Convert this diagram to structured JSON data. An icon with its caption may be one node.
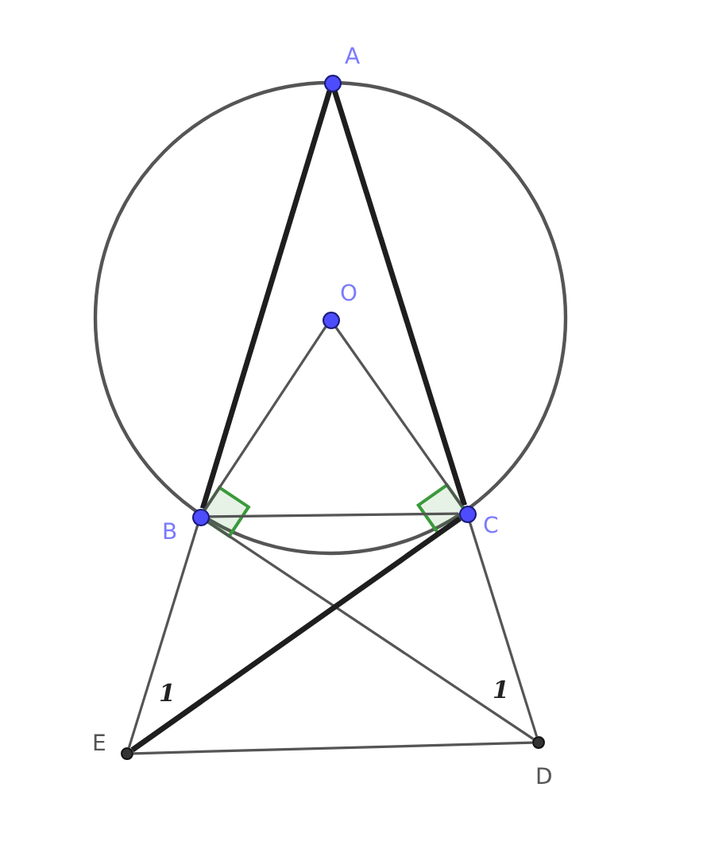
{
  "diagram": {
    "nodes": [
      {
        "text": [
          "A"
        ]
      },
      {
        "text": [
          "O"
        ]
      },
      {
        "text": [
          "B"
        ]
      },
      {
        "text": [
          "C"
        ]
      },
      {
        "text": [
          "E"
        ]
      },
      {
        "text": [
          "D"
        ]
      }
    ],
    "edges": [
      {
        "from": 0,
        "to": 2,
        "arrow": "none",
        "style": "thick"
      },
      {
        "from": 0,
        "to": 3,
        "arrow": "none",
        "style": "thick"
      },
      {
        "from": 1,
        "to": 2,
        "arrow": "none"
      },
      {
        "from": 1,
        "to": 3,
        "arrow": "none"
      },
      {
        "from": 2,
        "to": 3,
        "arrow": "none"
      },
      {
        "from": 2,
        "to": 4,
        "arrow": "none"
      },
      {
        "from": 2,
        "to": 5,
        "arrow": "none"
      },
      {
        "from": 3,
        "to": 4,
        "arrow": "none",
        "style": "thick"
      },
      {
        "from": 3,
        "to": 5,
        "arrow": "none"
      },
      {
        "from": 4,
        "to": 5,
        "arrow": "none"
      }
    ],
    "labels": [
      "1",
      "1"
    ]
  }
}
